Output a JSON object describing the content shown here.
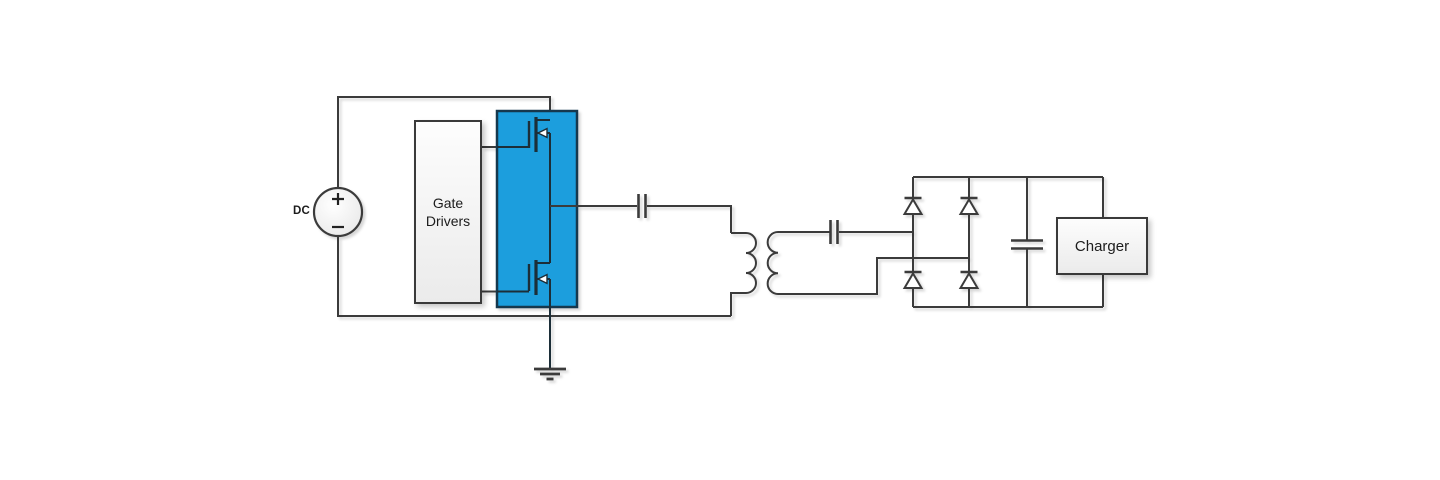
{
  "diagram": {
    "type": "circuit-schematic",
    "labels": {
      "dc_source": "DC",
      "gate_drivers": {
        "line1": "Gate",
        "line2": "Drivers"
      },
      "charger": "Charger"
    },
    "components": [
      {
        "name": "dc-source",
        "symbol": "circle-plus-minus",
        "label": "DC"
      },
      {
        "name": "gate-drivers",
        "symbol": "rectangle-block",
        "label": "Gate Drivers"
      },
      {
        "name": "half-bridge-mosfet-module",
        "symbol": "blue-module-two-n-mosfets",
        "label": ""
      },
      {
        "name": "resonant-capacitor-primary",
        "symbol": "series-capacitor",
        "label": ""
      },
      {
        "name": "transformer",
        "symbol": "coupled-inductors-three-turns",
        "label": ""
      },
      {
        "name": "resonant-capacitor-secondary",
        "symbol": "series-capacitor",
        "label": ""
      },
      {
        "name": "diode-bridge-rectifier",
        "symbol": "four-diodes-bridge",
        "label": ""
      },
      {
        "name": "filter-capacitor",
        "symbol": "shunt-capacitor",
        "label": ""
      },
      {
        "name": "charger",
        "symbol": "rectangle-block",
        "label": "Charger"
      },
      {
        "name": "earth-ground",
        "symbol": "ground-three-bars",
        "label": ""
      }
    ]
  },
  "theme": {
    "bg": "#ffffff",
    "wire": "#3b3b3b",
    "module-fill": "#1a9edd",
    "module-border": "#16394e",
    "module-line": "#1c2e38",
    "box-border": "#3a3a3a",
    "text": "#1c1c1c"
  }
}
